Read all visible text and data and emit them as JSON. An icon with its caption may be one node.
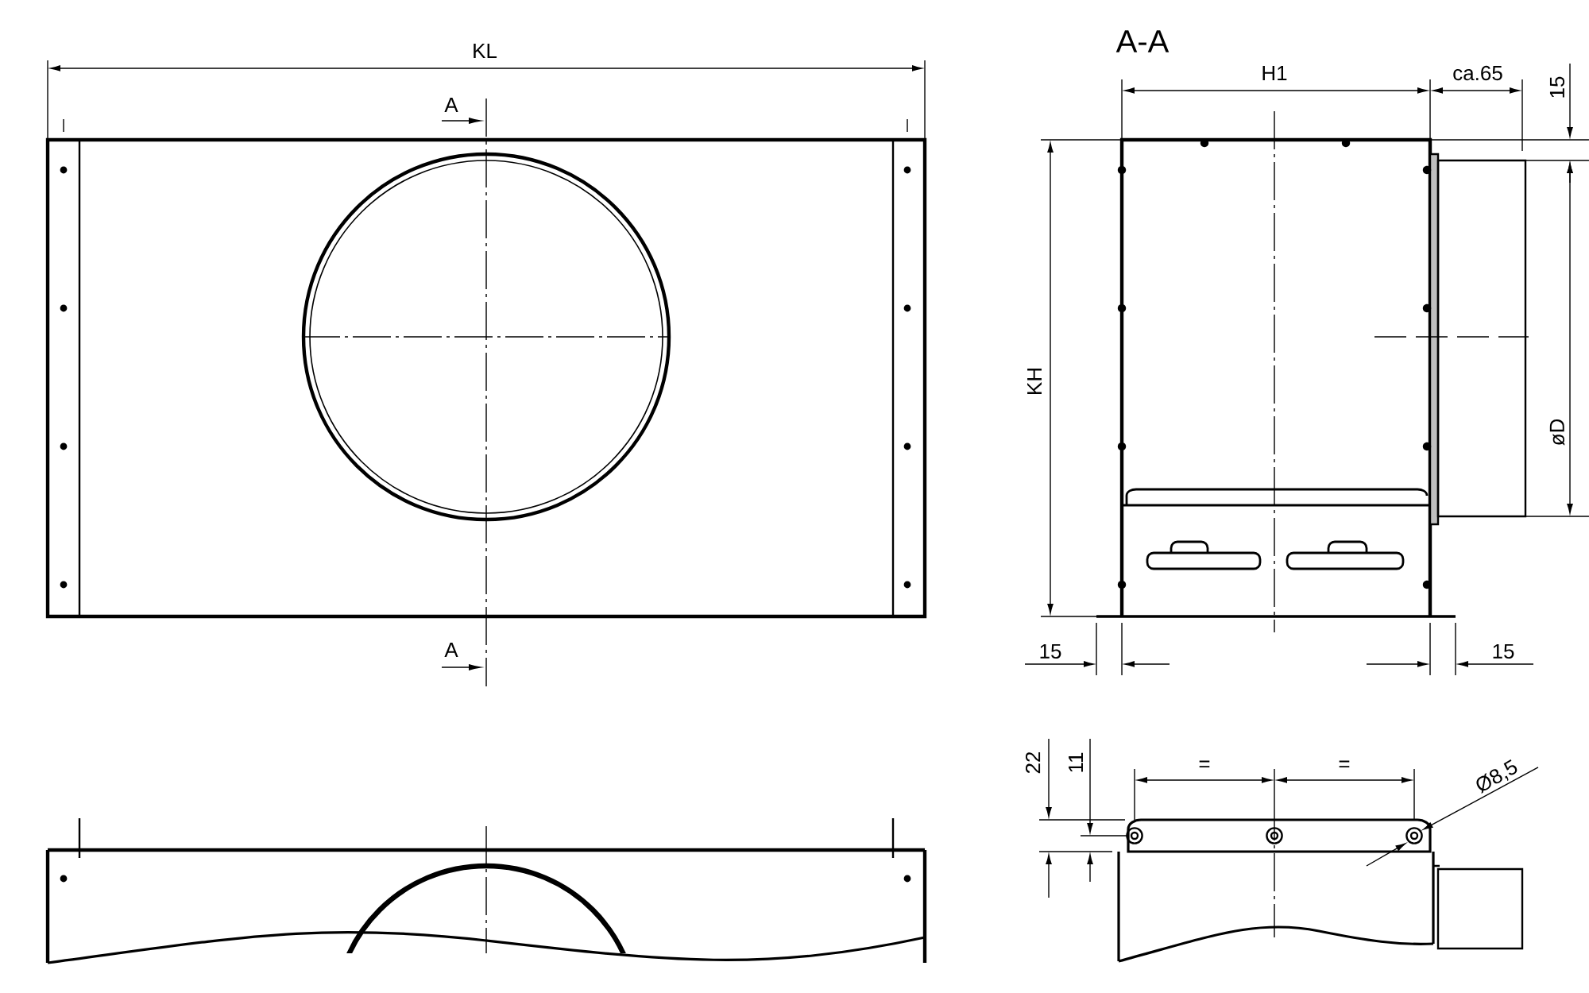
{
  "diagram": {
    "labels": [
      "KL",
      "A-A",
      "H1",
      "ca.65",
      "15",
      "A",
      "KH",
      "øD",
      "A",
      "15",
      "15",
      "22",
      "11",
      "=",
      "=",
      "Ø8,5"
    ]
  }
}
